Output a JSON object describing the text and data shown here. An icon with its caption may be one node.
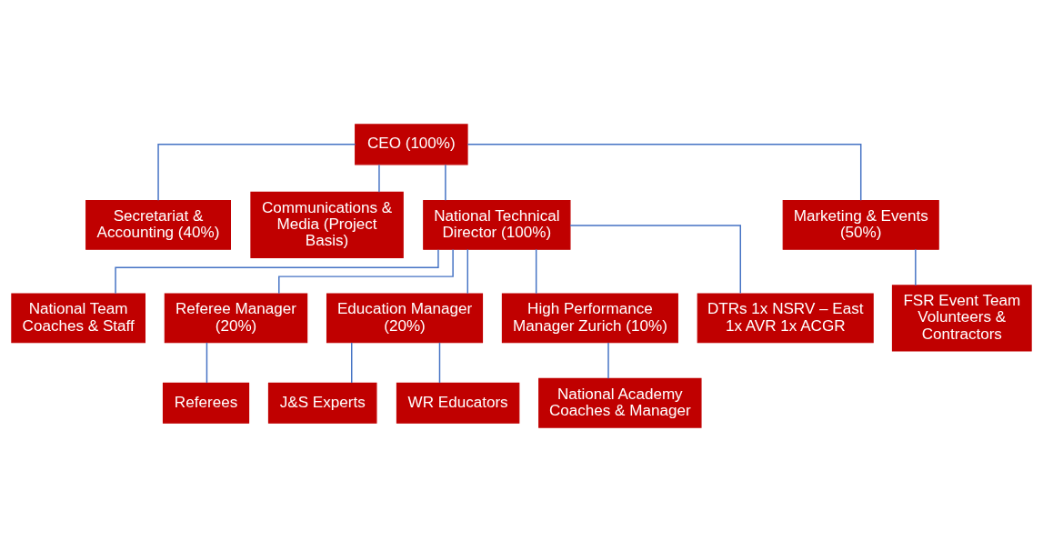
{
  "diagram": {
    "nodes": [
      {
        "text": [
          "CEO (100%)"
        ]
      },
      {
        "text": [
          "Secretariat & Accounting (40%)"
        ]
      },
      {
        "text": [
          "Communications & Media (Project Basis)"
        ]
      },
      {
        "text": [
          "National Technical Director (100%)"
        ]
      },
      {
        "text": [
          "Marketing & Events (50%)"
        ]
      },
      {
        "text": [
          "National Team Coaches & Staff"
        ]
      },
      {
        "text": [
          "Referee Manager (20%)"
        ]
      },
      {
        "text": [
          "Education Manager (20%)"
        ]
      },
      {
        "text": [
          "High Performance Manager Zurich (10%)"
        ]
      },
      {
        "text": [
          "DTRs 1x NSRV – East 1x AVR 1x ACGR"
        ]
      },
      {
        "text": [
          "FSR Event Team Volunteers & Contractors"
        ]
      },
      {
        "text": [
          "Referees"
        ]
      },
      {
        "text": [
          "J&S Experts"
        ]
      },
      {
        "text": [
          "WR Educators"
        ]
      },
      {
        "text": [
          "National Academy Coaches & Manager"
        ]
      }
    ],
    "edges": [
      {
        "from": 0,
        "to": 1,
        "arrow": "none"
      },
      {
        "from": 0,
        "to": 2,
        "arrow": "none"
      },
      {
        "from": 0,
        "to": 3,
        "arrow": "none"
      },
      {
        "from": 0,
        "to": 4,
        "arrow": "none"
      },
      {
        "from": 3,
        "to": 5,
        "arrow": "none"
      },
      {
        "from": 3,
        "to": 6,
        "arrow": "none"
      },
      {
        "from": 3,
        "to": 7,
        "arrow": "none"
      },
      {
        "from": 3,
        "to": 8,
        "arrow": "none"
      },
      {
        "from": 3,
        "to": 9,
        "arrow": "none"
      },
      {
        "from": 4,
        "to": 10,
        "arrow": "none"
      },
      {
        "from": 6,
        "to": 11,
        "arrow": "none"
      },
      {
        "from": 7,
        "to": 12,
        "arrow": "none"
      },
      {
        "from": 7,
        "to": 13,
        "arrow": "none"
      },
      {
        "from": 8,
        "to": 14,
        "arrow": "none"
      }
    ]
  }
}
